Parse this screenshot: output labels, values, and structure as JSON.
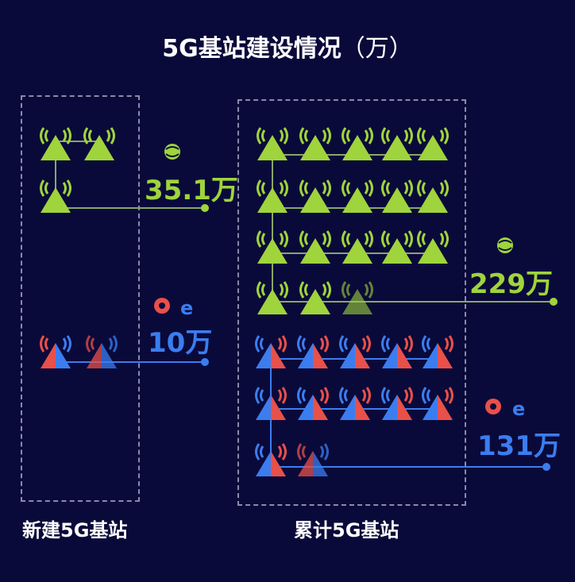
{
  "title": "5G基站建设情况",
  "title_unit": "（万）",
  "captions": {
    "new": "新建5G基站",
    "total": "累计5G基站"
  },
  "colors": {
    "background": "#0a0a3a",
    "green": "#9fd43c",
    "blue": "#3b7df0",
    "red": "#e8504a",
    "line_green": "#8aa66a",
    "box": "#8a8aa8"
  },
  "chart_data": {
    "type": "pictogram",
    "title": "5G基站建设情况（万）",
    "unit": "万",
    "groups": [
      {
        "name": "新建5G基站",
        "series": [
          {
            "name": "中国移动",
            "value": 35.1,
            "label": "35.1万",
            "icons": 3
          },
          {
            "name": "中国联通+中国电信",
            "value": 10,
            "label": "10万",
            "icons": 2
          }
        ]
      },
      {
        "name": "累计5G基站",
        "series": [
          {
            "name": "中国移动",
            "value": 229,
            "label": "229万",
            "icons": 18
          },
          {
            "name": "中国联通+中国电信",
            "value": 131,
            "label": "131万",
            "icons": 12
          }
        ]
      }
    ]
  },
  "labels": {
    "new_mobile": "35.1万",
    "new_ut": "10万",
    "total_mobile": "229万",
    "total_ut": "131万"
  }
}
